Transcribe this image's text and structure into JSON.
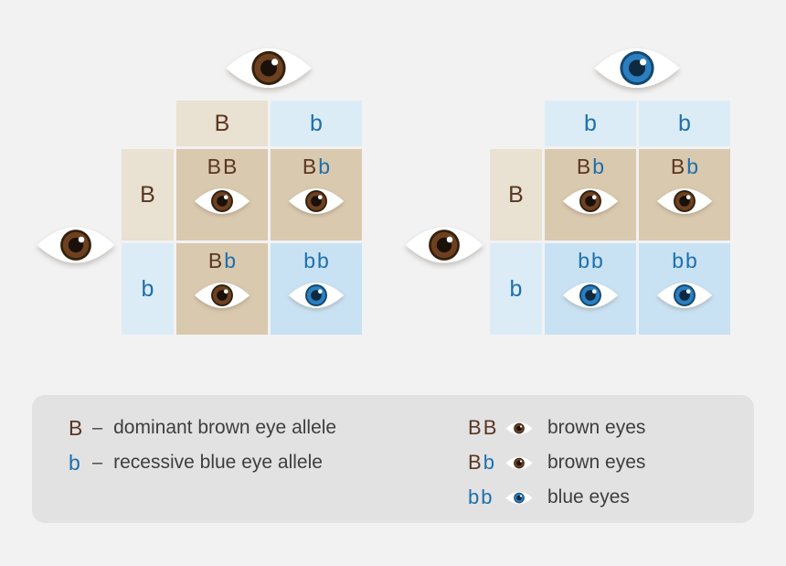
{
  "colors": {
    "background": "#f2f2f3",
    "tan_header": "#e9e1d1",
    "tan_cell": "#d9c9af",
    "blue_header": "#dcecf7",
    "blue_cell": "#c9e2f3",
    "brown_allele": "#5b3620",
    "blue_allele": "#1d6fae",
    "legend_bg": "#e2e2e3",
    "text": "#3e3e3e"
  },
  "left_square": {
    "top_parent_eye": "brown",
    "left_parent_eye": "brown",
    "col_headers": [
      {
        "ch": "B",
        "color": "brown",
        "bg": "tan"
      },
      {
        "ch": "b",
        "color": "blue",
        "bg": "blue"
      }
    ],
    "row_headers": [
      {
        "ch": "B",
        "color": "brown",
        "bg": "tan"
      },
      {
        "ch": "b",
        "color": "blue",
        "bg": "blue"
      }
    ],
    "cells": [
      [
        {
          "letters": [
            {
              "ch": "B",
              "color": "brown"
            },
            {
              "ch": "B",
              "color": "brown"
            }
          ],
          "eye": "brown",
          "bg": "tan"
        },
        {
          "letters": [
            {
              "ch": "B",
              "color": "brown"
            },
            {
              "ch": "b",
              "color": "blue"
            }
          ],
          "eye": "brown",
          "bg": "tan"
        }
      ],
      [
        {
          "letters": [
            {
              "ch": "B",
              "color": "brown"
            },
            {
              "ch": "b",
              "color": "blue"
            }
          ],
          "eye": "brown",
          "bg": "tan"
        },
        {
          "letters": [
            {
              "ch": "b",
              "color": "blue"
            },
            {
              "ch": "b",
              "color": "blue"
            }
          ],
          "eye": "blue",
          "bg": "blue"
        }
      ]
    ]
  },
  "right_square": {
    "top_parent_eye": "blue",
    "left_parent_eye": "brown",
    "col_headers": [
      {
        "ch": "b",
        "color": "blue",
        "bg": "blue"
      },
      {
        "ch": "b",
        "color": "blue",
        "bg": "blue"
      }
    ],
    "row_headers": [
      {
        "ch": "B",
        "color": "brown",
        "bg": "tan"
      },
      {
        "ch": "b",
        "color": "blue",
        "bg": "blue"
      }
    ],
    "cells": [
      [
        {
          "letters": [
            {
              "ch": "B",
              "color": "brown"
            },
            {
              "ch": "b",
              "color": "blue"
            }
          ],
          "eye": "brown",
          "bg": "tan"
        },
        {
          "letters": [
            {
              "ch": "B",
              "color": "brown"
            },
            {
              "ch": "b",
              "color": "blue"
            }
          ],
          "eye": "brown",
          "bg": "tan"
        }
      ],
      [
        {
          "letters": [
            {
              "ch": "b",
              "color": "blue"
            },
            {
              "ch": "b",
              "color": "blue"
            }
          ],
          "eye": "blue",
          "bg": "blue"
        },
        {
          "letters": [
            {
              "ch": "b",
              "color": "blue"
            },
            {
              "ch": "b",
              "color": "blue"
            }
          ],
          "eye": "blue",
          "bg": "blue"
        }
      ]
    ]
  },
  "legend": {
    "alleles": [
      {
        "symbol": "B",
        "symbol_color": "brown",
        "dash": "–",
        "text": "dominant brown eye allele"
      },
      {
        "symbol": "b",
        "symbol_color": "blue",
        "dash": "–",
        "text": "recessive blue eye allele"
      }
    ],
    "genotypes": [
      {
        "letters": [
          {
            "ch": "B",
            "color": "brown"
          },
          {
            "ch": "B",
            "color": "brown"
          }
        ],
        "eye": "brown",
        "text": "brown eyes"
      },
      {
        "letters": [
          {
            "ch": "B",
            "color": "brown"
          },
          {
            "ch": "b",
            "color": "blue"
          }
        ],
        "eye": "brown",
        "text": "brown eyes"
      },
      {
        "letters": [
          {
            "ch": "b",
            "color": "blue"
          },
          {
            "ch": "b",
            "color": "blue"
          }
        ],
        "eye": "blue",
        "text": "blue eyes"
      }
    ]
  }
}
